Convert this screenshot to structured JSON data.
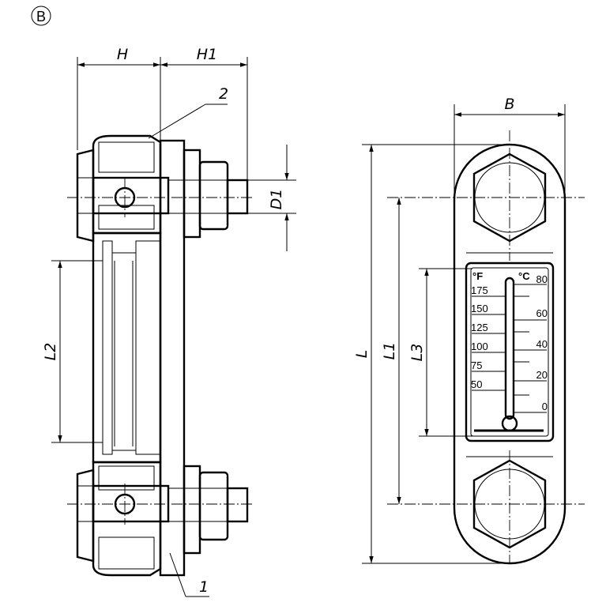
{
  "view_label": "B",
  "dimensions": {
    "h": "H",
    "h1": "H1",
    "d1": "D1",
    "l": "L",
    "l1": "L1",
    "l2": "L2",
    "l3": "L3",
    "b": "B"
  },
  "callouts": {
    "part_1": "1",
    "part_2": "2"
  },
  "thermometer": {
    "fahrenheit_unit": "°F",
    "celsius_unit": "°C",
    "fahrenheit_ticks": [
      "175",
      "150",
      "125",
      "100",
      "75",
      "50"
    ],
    "celsius_ticks": [
      "80",
      "60",
      "40",
      "20",
      "0"
    ]
  }
}
